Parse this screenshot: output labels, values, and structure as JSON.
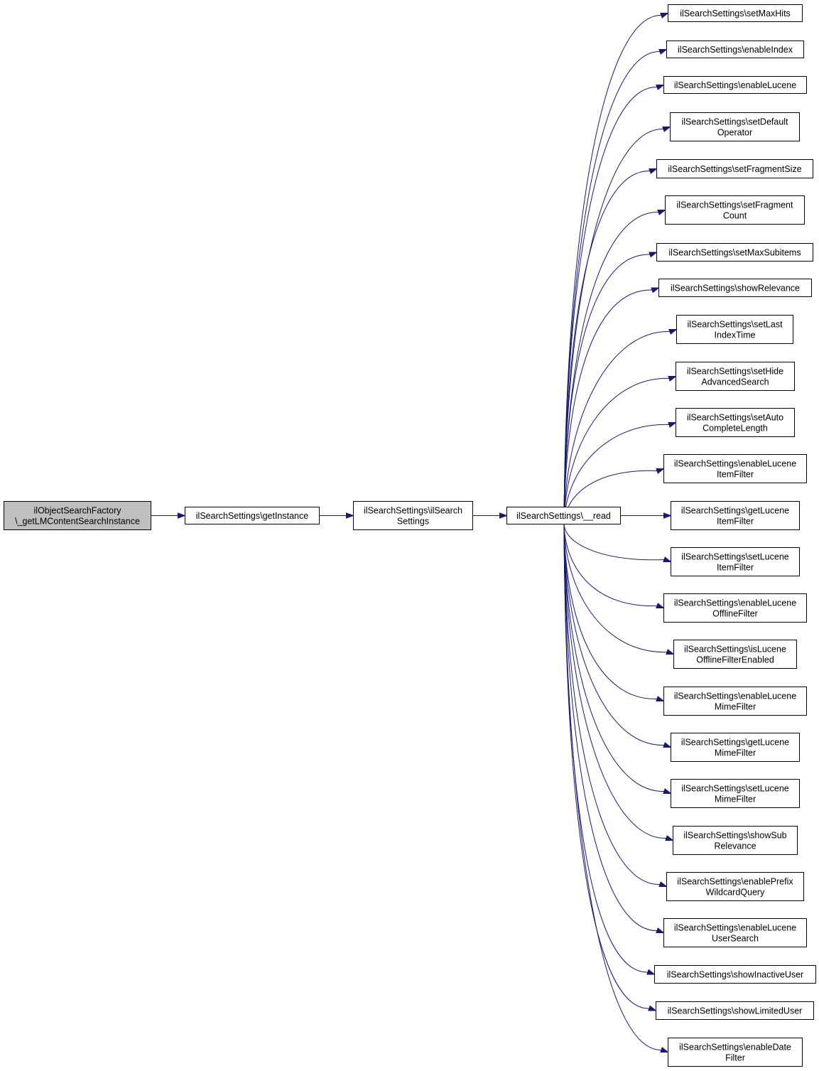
{
  "diagram": {
    "root": {
      "lines": [
        "ilObjectSearchFactory",
        "\\_getLMContentSearchInstance"
      ]
    },
    "chain": [
      {
        "lines": [
          "ilSearchSettings\\getInstance"
        ]
      },
      {
        "lines": [
          "ilSearchSettings\\ilSearch",
          "Settings"
        ]
      },
      {
        "lines": [
          "ilSearchSettings\\__read"
        ]
      }
    ],
    "callees": [
      {
        "lines": [
          "ilSearchSettings\\setMaxHits"
        ]
      },
      {
        "lines": [
          "ilSearchSettings\\enableIndex"
        ]
      },
      {
        "lines": [
          "ilSearchSettings\\enableLucene"
        ]
      },
      {
        "lines": [
          "ilSearchSettings\\setDefault",
          "Operator"
        ]
      },
      {
        "lines": [
          "ilSearchSettings\\setFragmentSize"
        ]
      },
      {
        "lines": [
          "ilSearchSettings\\setFragment",
          "Count"
        ]
      },
      {
        "lines": [
          "ilSearchSettings\\setMaxSubitems"
        ]
      },
      {
        "lines": [
          "ilSearchSettings\\showRelevance"
        ]
      },
      {
        "lines": [
          "ilSearchSettings\\setLast",
          "IndexTime"
        ]
      },
      {
        "lines": [
          "ilSearchSettings\\setHide",
          "AdvancedSearch"
        ]
      },
      {
        "lines": [
          "ilSearchSettings\\setAuto",
          "CompleteLength"
        ]
      },
      {
        "lines": [
          "ilSearchSettings\\enableLucene",
          "ItemFilter"
        ]
      },
      {
        "lines": [
          "ilSearchSettings\\getLucene",
          "ItemFilter"
        ]
      },
      {
        "lines": [
          "ilSearchSettings\\setLucene",
          "ItemFilter"
        ]
      },
      {
        "lines": [
          "ilSearchSettings\\enableLucene",
          "OfflineFilter"
        ]
      },
      {
        "lines": [
          "ilSearchSettings\\isLucene",
          "OfflineFilterEnabled"
        ]
      },
      {
        "lines": [
          "ilSearchSettings\\enableLucene",
          "MimeFilter"
        ]
      },
      {
        "lines": [
          "ilSearchSettings\\getLucene",
          "MimeFilter"
        ]
      },
      {
        "lines": [
          "ilSearchSettings\\setLucene",
          "MimeFilter"
        ]
      },
      {
        "lines": [
          "ilSearchSettings\\showSub",
          "Relevance"
        ]
      },
      {
        "lines": [
          "ilSearchSettings\\enablePrefix",
          "WildcardQuery"
        ]
      },
      {
        "lines": [
          "ilSearchSettings\\enableLucene",
          "UserSearch"
        ]
      },
      {
        "lines": [
          "ilSearchSettings\\showInactiveUser"
        ]
      },
      {
        "lines": [
          "ilSearchSettings\\showLimitedUser"
        ]
      },
      {
        "lines": [
          "ilSearchSettings\\enableDate",
          "Filter"
        ]
      }
    ],
    "colors": {
      "edge": "#191970",
      "root_fill": "#bfbfbf",
      "node_fill": "#ffffff",
      "node_border": "#000000"
    }
  }
}
